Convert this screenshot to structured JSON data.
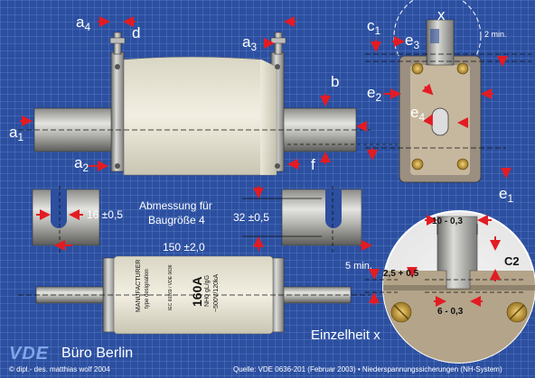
{
  "labels": {
    "a4": "a4",
    "d": "d",
    "a3": "a3",
    "b": "b",
    "a1": "a1",
    "a2": "a2",
    "f": "f",
    "c1": "c1",
    "x": "x",
    "e3": "e3",
    "two_min": "2 min.",
    "e2": "e2",
    "e4": "e4",
    "e1": "e1",
    "c2": "C2"
  },
  "dims": {
    "slot_width": "16 ±0,5",
    "title_line1": "Abmessung für",
    "title_line2": "Baugröße 4",
    "slot_height": "32 ±0,5",
    "length": "150 ±2,0",
    "five_min": "5 min.",
    "ten": "10 - 0,3",
    "two_five": "2,5 + 0,5",
    "six": "6 - 0,3"
  },
  "fuse_print": {
    "rating": "160A",
    "type": "NH0 gL/gG",
    "volt": "~500V/120kA",
    "manufacturer": "MANUFACTURER",
    "type_designation": "type designation",
    "standard": "IEC 60269 / VDE 0636"
  },
  "detail_caption": "Einzelheit x",
  "brand": {
    "vde": "VDE",
    "office": "Büro Berlin"
  },
  "footer": {
    "copyright": "© dipl.- des. matthias wolf 2004",
    "source": "Quelle: VDE 0636-201 (Februar 2003) • Niederspannungssicherungen (NH-System)"
  }
}
